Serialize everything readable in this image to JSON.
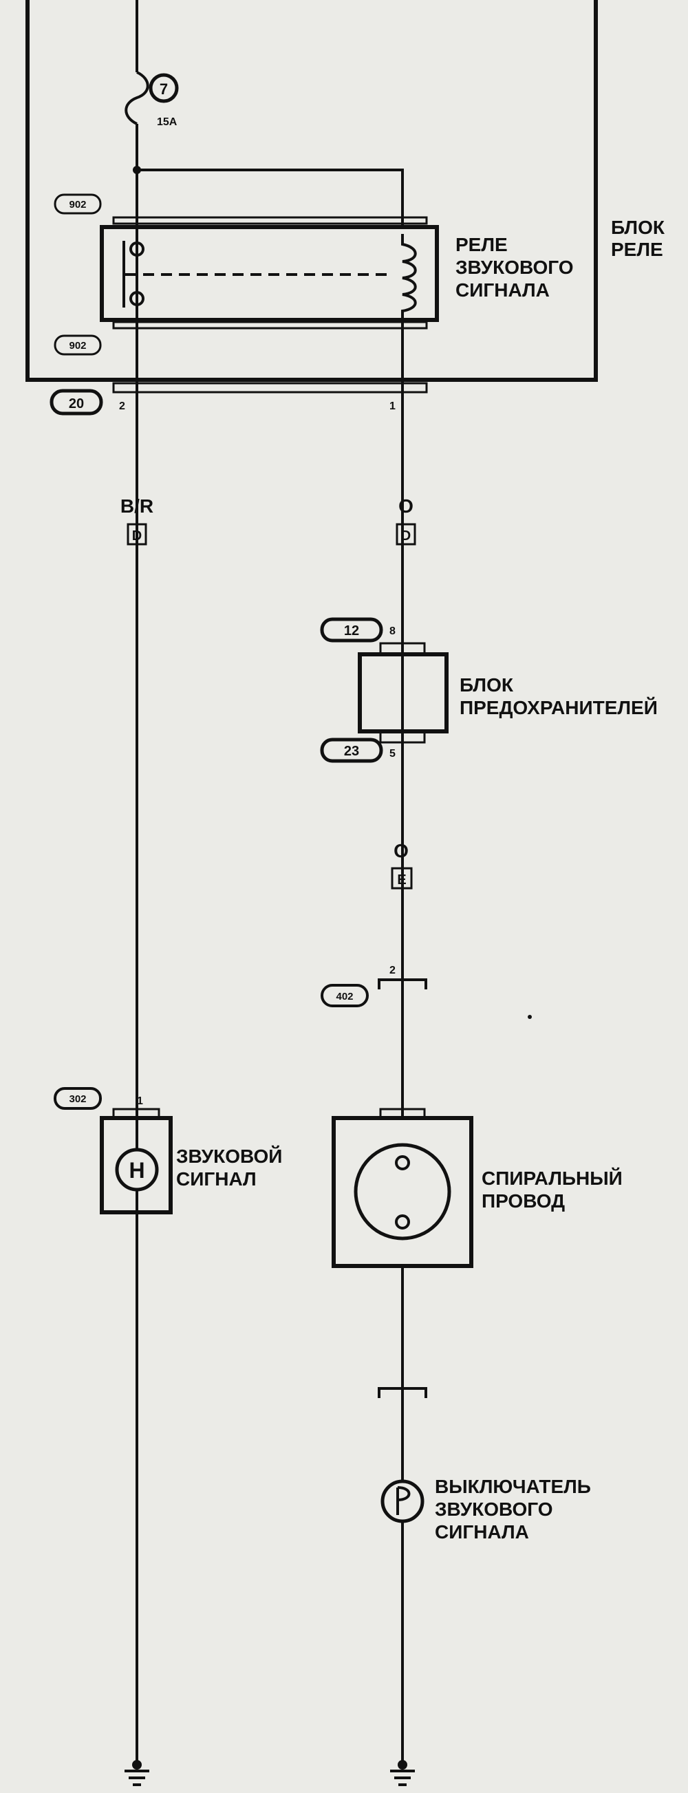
{
  "relay_block_label": [
    "БЛОК",
    "РЕЛЕ"
  ],
  "fuse": {
    "number": "7",
    "rating": "15A"
  },
  "relay": {
    "label": [
      "РЕЛЕ",
      "ЗВУКОВОГО",
      "СИГНАЛА"
    ],
    "connector_top": "902",
    "connector_bottom": "902"
  },
  "connector_20": {
    "id": "20",
    "pin_left": "2",
    "pin_right": "1"
  },
  "wires": {
    "left_color": "B/R",
    "right_color": "O",
    "connector_left": "D",
    "connector_right": "D",
    "connector_e": "E",
    "right_color_lower": "O"
  },
  "fuse_block": {
    "label": [
      "БЛОК",
      "ПРЕДОХРАНИТЕЛЕЙ"
    ],
    "connector_top": "12",
    "pin_top": "8",
    "connector_bottom": "23",
    "pin_bottom": "5"
  },
  "connector_402": {
    "id": "402",
    "pin": "2"
  },
  "horn": {
    "connector": "302",
    "pin": "1",
    "symbol": "H",
    "label": [
      "ЗВУКОВОЙ",
      "СИГНАЛ"
    ]
  },
  "spiral_cable": {
    "label": [
      "СПИРАЛЬНЫЙ",
      "ПРОВОД"
    ]
  },
  "horn_switch": {
    "label": [
      "ВЫКЛЮЧАТЕЛЬ",
      "ЗВУКОВОГО",
      "СИГНАЛА"
    ]
  }
}
